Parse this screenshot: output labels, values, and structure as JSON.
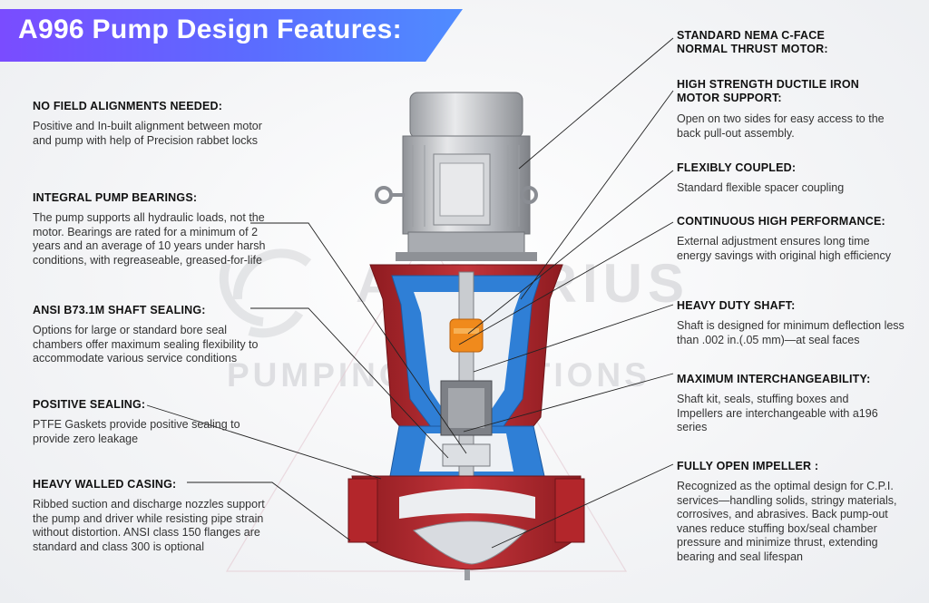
{
  "title": "A996 Pump Design Features:",
  "watermark": {
    "line1": "AQUARIUS",
    "line2": "PUMPING SOLUTIONS"
  },
  "left_features": [
    {
      "heading": "NO FIELD ALIGNMENTS NEEDED:",
      "text": "Positive and In-built alignment between motor and pump with help of Precision rabbet locks"
    },
    {
      "heading": "INTEGRAL PUMP BEARINGS:",
      "text": "The pump supports all hydraulic loads, not the motor. Bearings are rated for a minimum of 2 years and an average of 10 years under harsh conditions, with regreaseable, greased-for-life"
    },
    {
      "heading": "ANSI B73.1M SHAFT SEALING:",
      "text": "Options for large or standard bore seal chambers offer maximum sealing flexibility to accommodate various service conditions"
    },
    {
      "heading": "POSITIVE SEALING:",
      "text": "PTFE Gaskets provide positive sealing to provide zero leakage"
    },
    {
      "heading": "HEAVY WALLED CASING:",
      "text": "Ribbed suction and discharge nozzles support the pump and driver while resisting pipe strain without distortion. ANSI class 150 flanges are standard and class 300 is optional"
    }
  ],
  "right_features": [
    {
      "heading": "STANDARD NEMA C-FACE NORMAL THRUST MOTOR:",
      "text": ""
    },
    {
      "heading": "HIGH STRENGTH DUCTILE IRON MOTOR SUPPORT:",
      "text": "Open on two sides for easy access to the back pull-out assembly."
    },
    {
      "heading": "FLEXIBLY COUPLED:",
      "text": "Standard flexible spacer coupling"
    },
    {
      "heading": "CONTINUOUS HIGH PERFORMANCE:",
      "text": "External adjustment ensures long time energy savings with original high efficiency"
    },
    {
      "heading": "HEAVY DUTY SHAFT:",
      "text": "Shaft is designed for minimum deflection less than .002 in.(.05 mm)—at seal faces"
    },
    {
      "heading": "MAXIMUM INTERCHANGEABILITY:",
      "text": "Shaft kit, seals, stuffing boxes and Impellers are interchangeable with a196 series"
    },
    {
      "heading": "FULLY OPEN IMPELLER :",
      "text": "Recognized as the optimal design for C.P.I. services—handling solids, stringy materials, corrosives, and abrasives. Back pump-out vanes reduce stuffing box/seal chamber pressure and minimize thrust, extending bearing and seal lifespan"
    }
  ],
  "colors": {
    "banner_start": "#7a4cff",
    "banner_end": "#4f8cff",
    "casing_red": "#b3262b",
    "support_blue": "#2f7fd6",
    "coupling_orange": "#f08a1c",
    "motor_gray": "#b9bcc1"
  }
}
